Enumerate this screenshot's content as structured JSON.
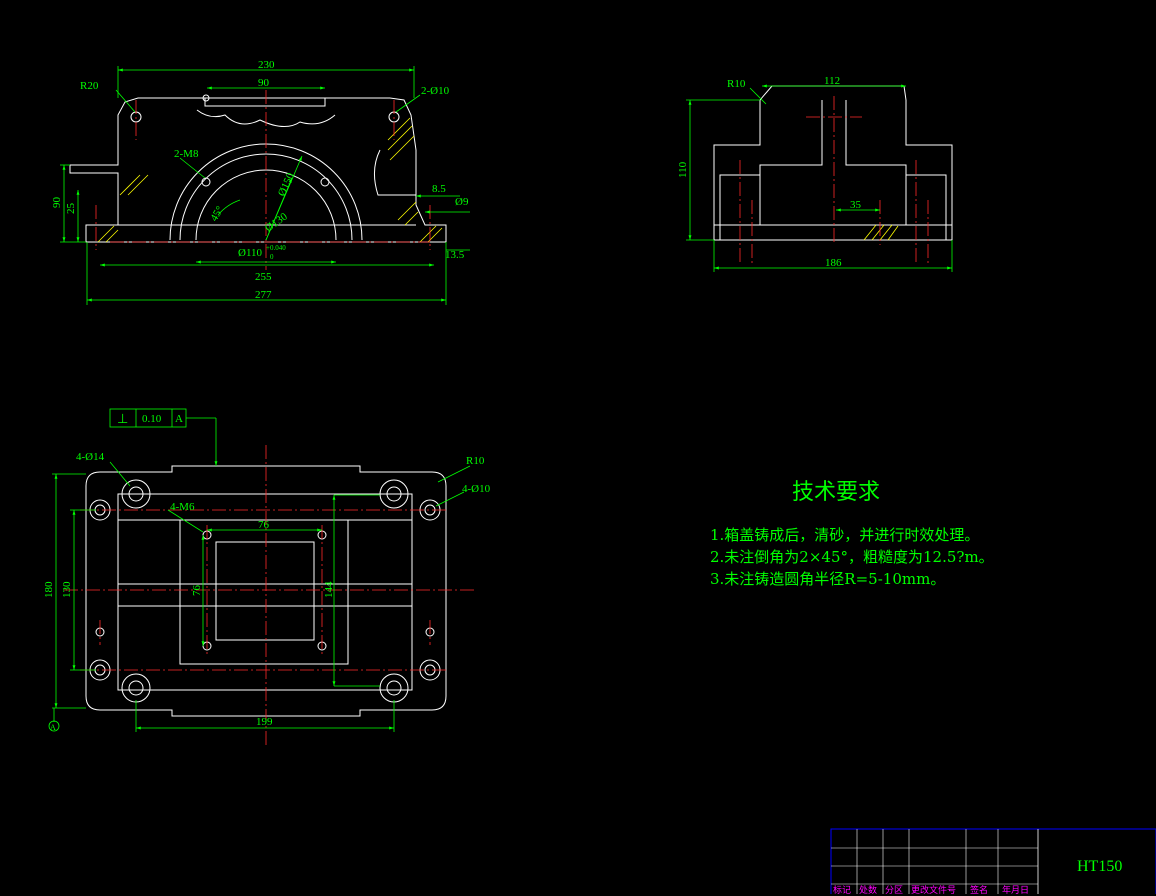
{
  "front_view": {
    "dims": {
      "d230": "230",
      "d90": "90",
      "r20": "R20",
      "hole_2_10": "2-Ø10",
      "m8": "2-M8",
      "d150": "Ø150",
      "d130": "Ø130",
      "angle": "45°",
      "d110": "Ø110",
      "tol_upper": "+0.040",
      "tol_lower": "0",
      "h90": "90",
      "h25": "25",
      "d8_5": "8.5",
      "d9": "Ø9",
      "d13_5": "13.5",
      "d255": "255",
      "d277": "277"
    }
  },
  "side_view": {
    "dims": {
      "r10": "R10",
      "d112": "112",
      "h110": "110",
      "d35": "35",
      "d186": "186"
    }
  },
  "top_view": {
    "tolerance": {
      "symbol": "⊥",
      "value": "0.10",
      "datum": "A"
    },
    "dims": {
      "holes_14": "4-Ø14",
      "r10": "R10",
      "holes_10": "4-Ø10",
      "m6": "4-M6",
      "d76w": "76",
      "d76h": "76",
      "d144": "144",
      "d180": "180",
      "d130": "130",
      "d199": "199",
      "datum": "A"
    }
  },
  "tech_requirements": {
    "title": "技术要求",
    "items": [
      "1.箱盖铸成后，清砂，并进行时效处理。",
      "2.未注倒角为2×45°，粗糙度为12.5?m。",
      "3.未注铸造圆角半径R=5-10mm。"
    ]
  },
  "title_block": {
    "material": "HT150",
    "headers": [
      "标记",
      "处数",
      "分区",
      "更改文件号",
      "签名",
      "年月日"
    ]
  },
  "colors": {
    "background": "#000000",
    "outline": "#ffffff",
    "dimension": "#00ff00",
    "centerline": "#ff2a2a",
    "hatch": "#ffff00",
    "frame": "#0000ff"
  }
}
